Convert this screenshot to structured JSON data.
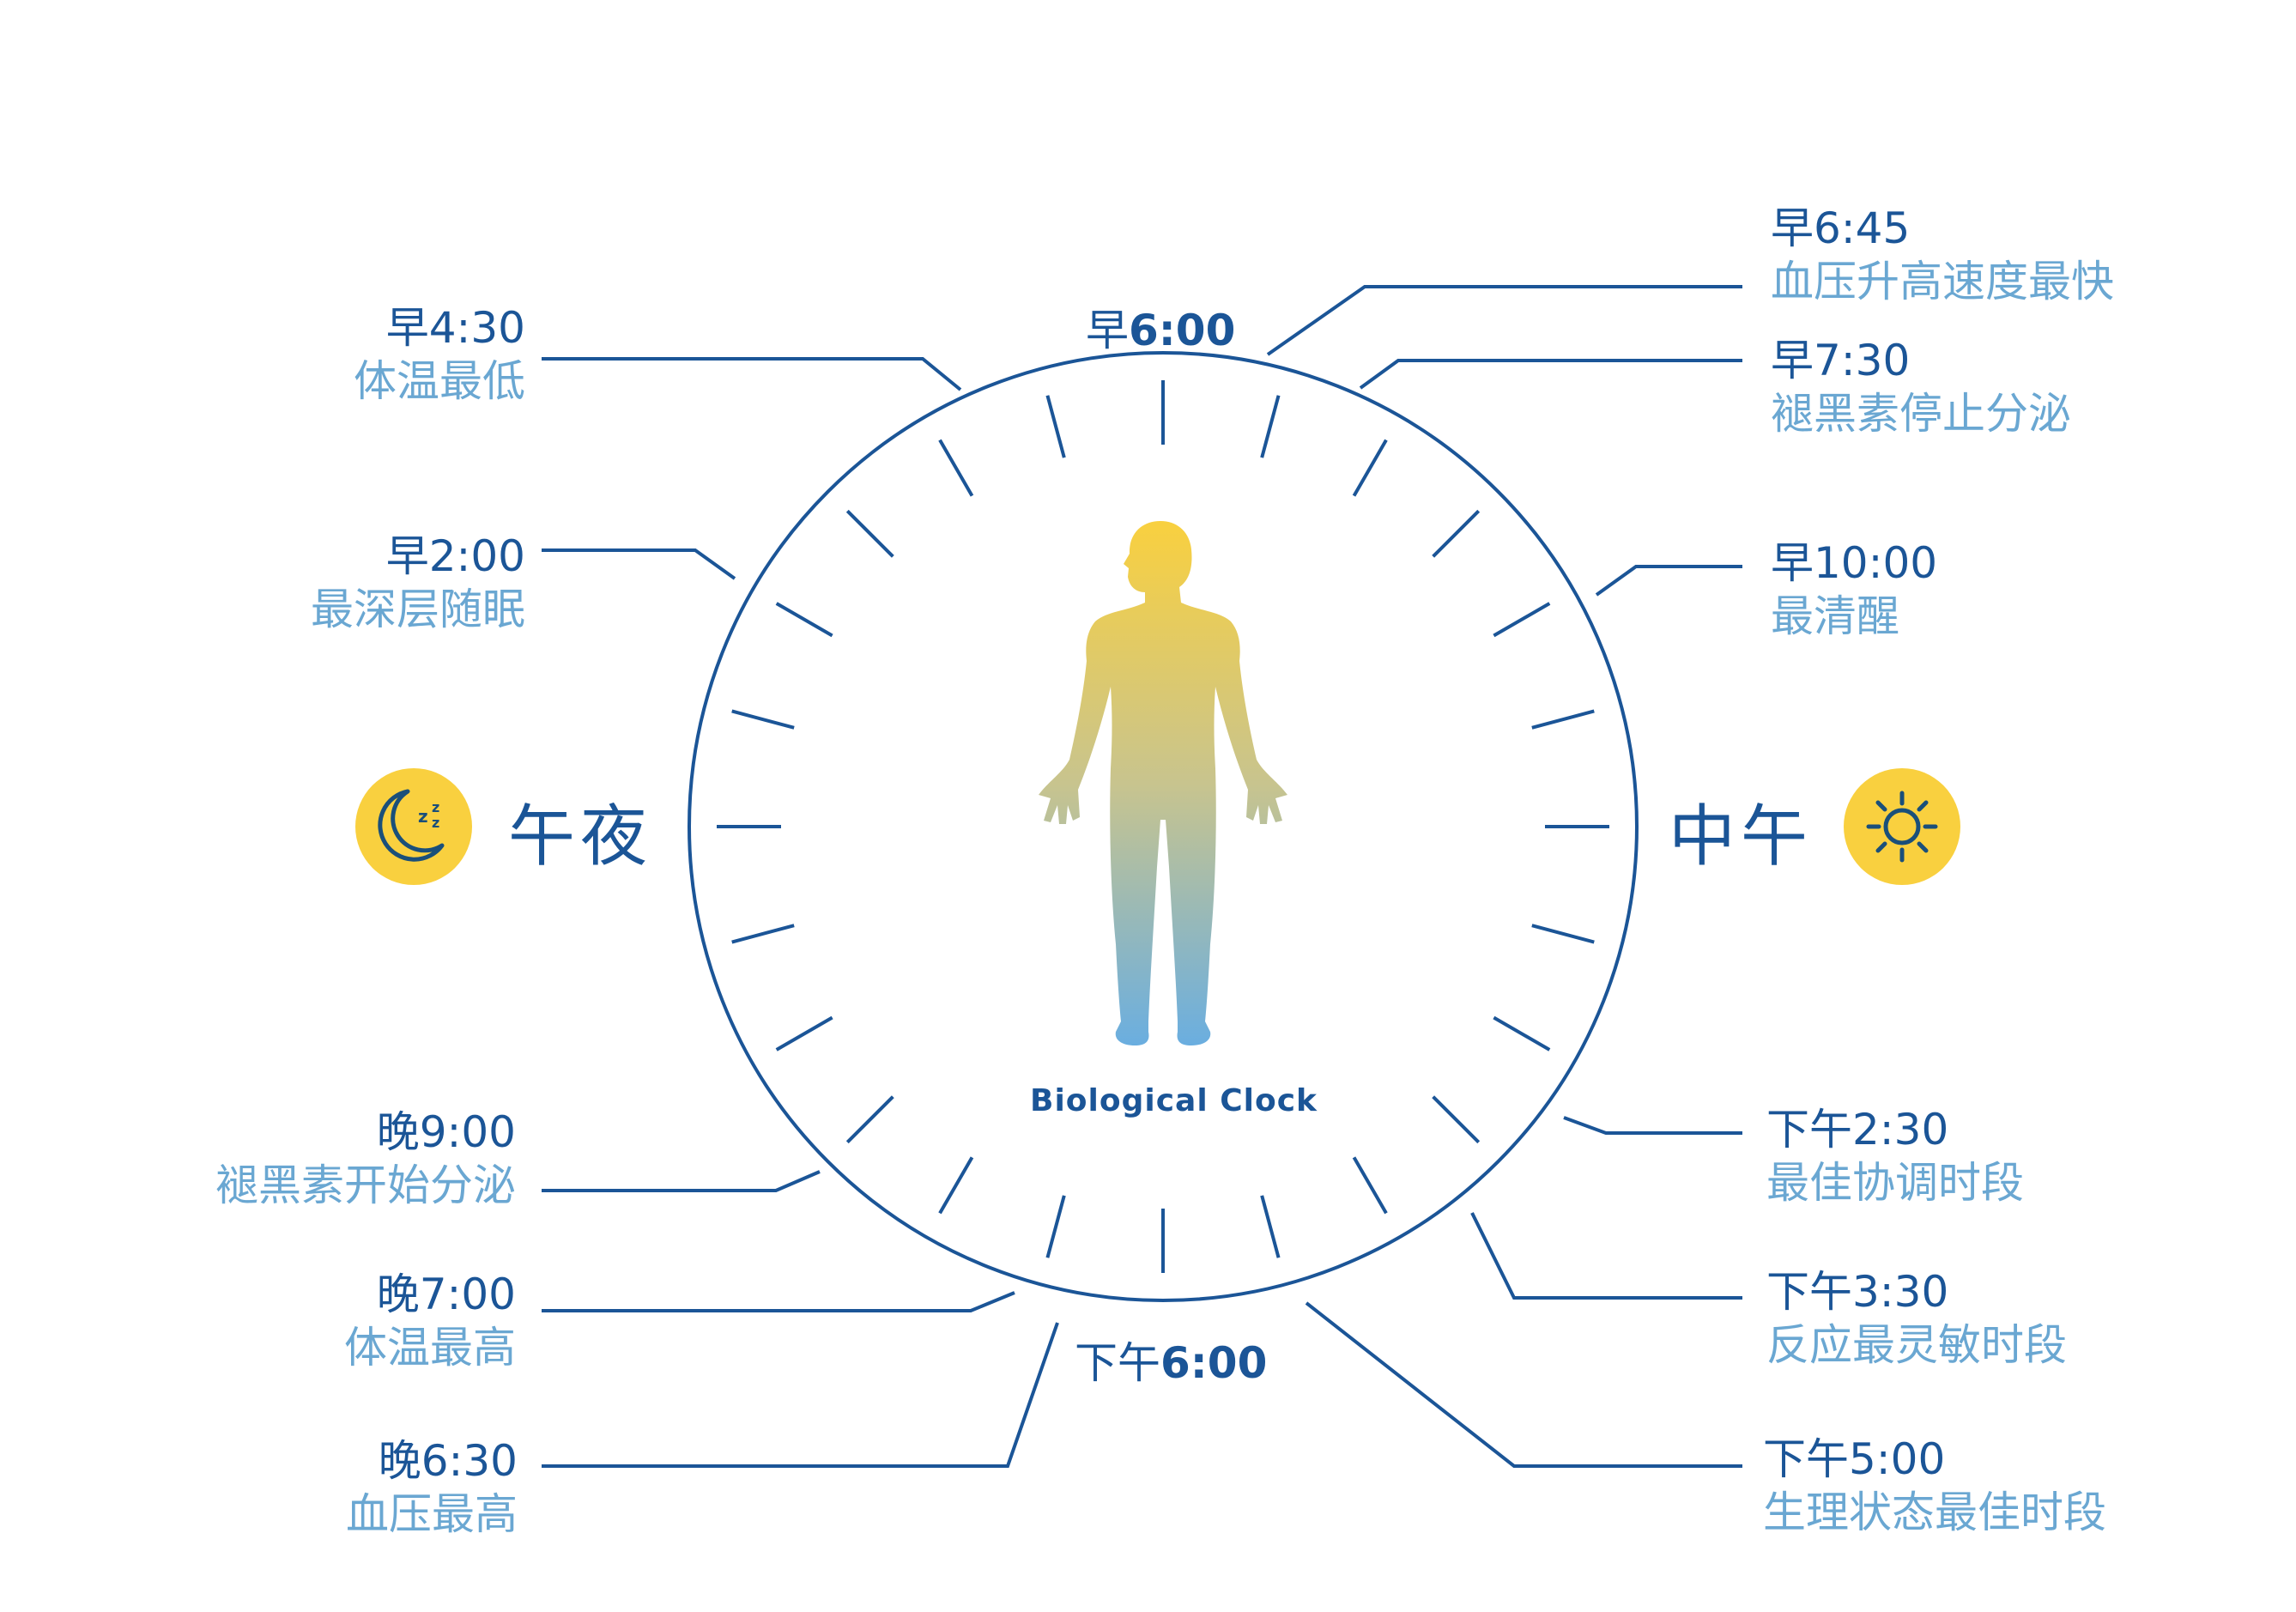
{
  "caption": "Biological Clock",
  "colors": {
    "primary": "#1b5597",
    "light": "#6aa7d2",
    "yellow": "#f9d03f",
    "body_top": "#f9d03f",
    "body_bottom": "#6aaee0"
  },
  "axis": {
    "top": {
      "prefix": "早",
      "time": "6:00"
    },
    "bottom": {
      "prefix": "下午",
      "time": "6:00"
    },
    "left": {
      "label": "午夜",
      "icon": "moon-sleep-icon"
    },
    "right": {
      "label": "中午",
      "icon": "sun-icon"
    }
  },
  "events_right": [
    {
      "time": "早6:45",
      "desc": "血压升高速度最快"
    },
    {
      "time": "早7:30",
      "desc": "褪黑素停止分泌"
    },
    {
      "time": "早10:00",
      "desc": "最清醒"
    },
    {
      "time": "下午2:30",
      "desc": "最佳协调时段"
    },
    {
      "time": "下午3:30",
      "desc": "反应最灵敏时段"
    },
    {
      "time": "下午5:00",
      "desc": "生理状态最佳时段"
    }
  ],
  "events_left": [
    {
      "time": "早4:30",
      "desc": "体温最低"
    },
    {
      "time": "早2:00",
      "desc": "最深层随眠"
    },
    {
      "time": "晚9:00",
      "desc": "褪黑素开始分泌"
    },
    {
      "time": "晚7:00",
      "desc": "体温最高"
    },
    {
      "time": "晚6:30",
      "desc": "血压最高"
    }
  ]
}
